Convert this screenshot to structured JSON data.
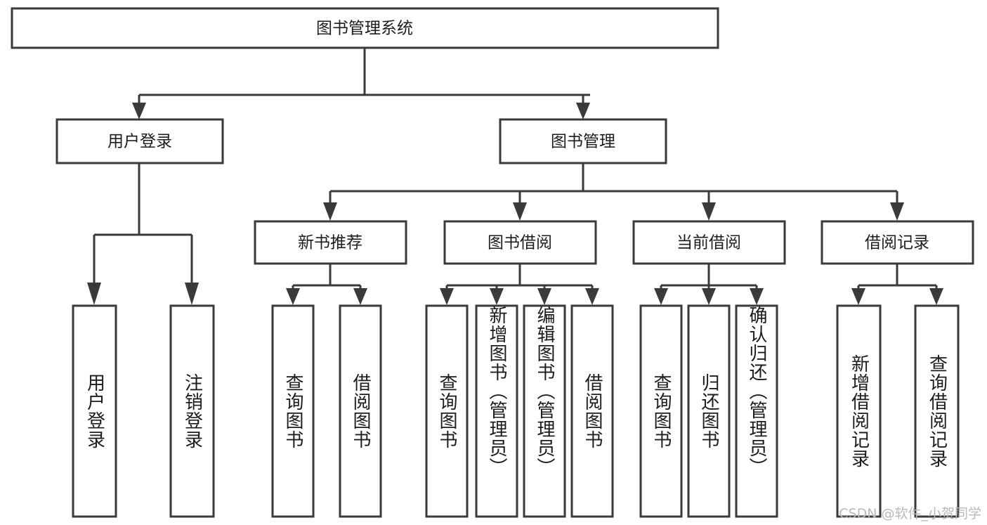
{
  "diagram": {
    "title": "图书管理系统",
    "type": "hierarchy-tree",
    "watermark": "CSDN @软件_小贺同学",
    "colors": {
      "stroke": "#3a3a3a",
      "box_fill": "#ffffff",
      "text": "#1c1c1c",
      "background": "#ffffff",
      "watermark": "#b9b9b9"
    },
    "root": {
      "label": "图书管理系统"
    },
    "level2": [
      {
        "id": "user-login",
        "label": "用户登录"
      },
      {
        "id": "book-management",
        "label": "图书管理"
      }
    ],
    "level3": [
      {
        "id": "new-book-recommend",
        "label": "新书推荐"
      },
      {
        "id": "book-borrow",
        "label": "图书借阅"
      },
      {
        "id": "current-borrow",
        "label": "当前借阅"
      },
      {
        "id": "borrow-record",
        "label": "借阅记录"
      }
    ],
    "leaves": {
      "user_login": [
        {
          "id": "leaf-user-login",
          "label": "用户登录"
        },
        {
          "id": "leaf-logout-login",
          "label": "注销登录"
        }
      ],
      "new_book_recommend": [
        {
          "id": "leaf-query-book-1",
          "label": "查询图书"
        },
        {
          "id": "leaf-borrow-book-1",
          "label": "借阅图书"
        }
      ],
      "book_borrow": [
        {
          "id": "leaf-query-book-2",
          "label": "查询图书"
        },
        {
          "id": "leaf-add-book",
          "label": "新增图书（管理员）"
        },
        {
          "id": "leaf-edit-book",
          "label": "编辑图书（管理员）"
        },
        {
          "id": "leaf-borrow-book-2",
          "label": "借阅图书"
        }
      ],
      "current_borrow": [
        {
          "id": "leaf-query-book-3",
          "label": "查询图书"
        },
        {
          "id": "leaf-return-book",
          "label": "归还图书"
        },
        {
          "id": "leaf-confirm-return",
          "label": "确认归还（管理员）"
        }
      ],
      "borrow_record": [
        {
          "id": "leaf-add-record",
          "label": "新增借阅记录"
        },
        {
          "id": "leaf-query-record",
          "label": "查询借阅记录"
        }
      ]
    }
  }
}
